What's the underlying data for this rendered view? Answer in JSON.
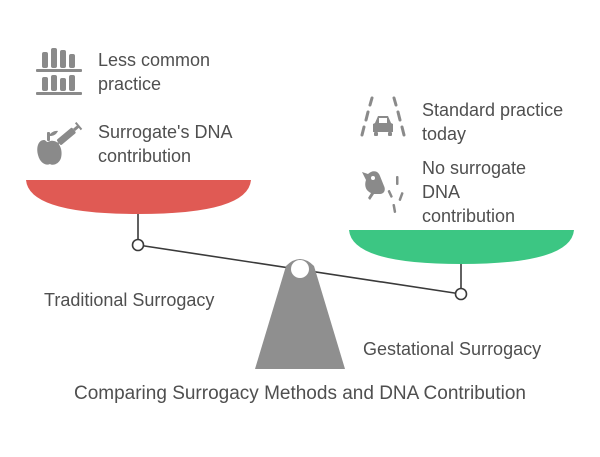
{
  "title": "Comparing Surrogacy Methods and DNA Contribution",
  "left": {
    "label": "Traditional Surrogacy",
    "color": "#e05a54",
    "items": [
      {
        "icon": "bar-chart-icon",
        "text": "Less common practice"
      },
      {
        "icon": "syringe-apple-icon",
        "text": "Surrogate's DNA contribution"
      }
    ]
  },
  "right": {
    "label": "Gestational Surrogacy",
    "color": "#3cc683",
    "items": [
      {
        "icon": "road-car-icon",
        "text": "Standard practice today"
      },
      {
        "icon": "bird-icon",
        "text": "No surrogate DNA contribution"
      }
    ]
  },
  "colors": {
    "icon": "#8a8a8a",
    "fulcrum": "#8f8f8f",
    "beam": "#3a3a3a"
  }
}
